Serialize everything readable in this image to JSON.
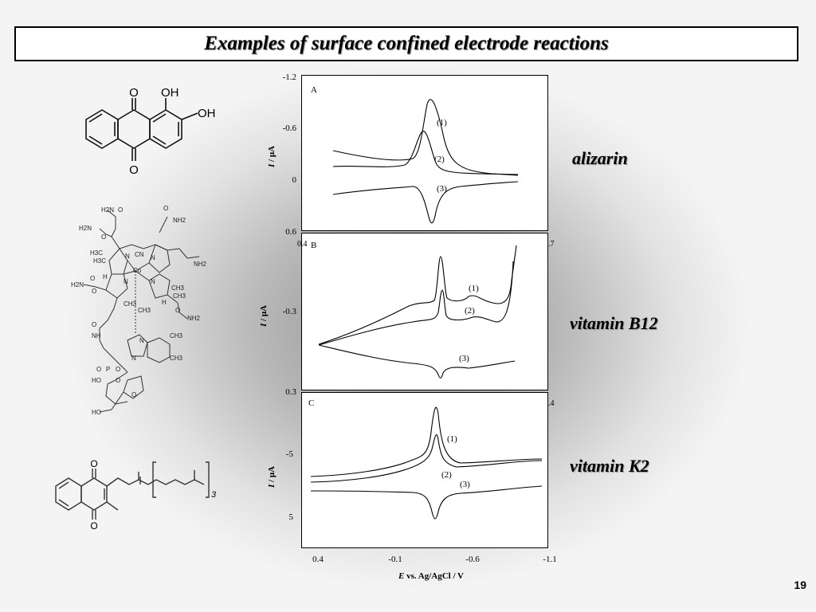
{
  "title": "Examples of surface confined electrode reactions",
  "slide_number": "19",
  "labels": {
    "alizarin": "alizarin",
    "b12": "vitamin B12",
    "k2": "vitamin K2"
  },
  "panels": {
    "A": {
      "letter": "A",
      "ticks": [
        "-1.2",
        "-0.6",
        "0",
        "0.6"
      ],
      "ylabel_italic": "I",
      "ylabel_rest": " / μA",
      "curves": [
        "(1)",
        "(2)",
        "(3)"
      ]
    },
    "B": {
      "letter": "B",
      "ticks": [
        "-0.3",
        "0.3"
      ],
      "ylabel_italic": "I",
      "ylabel_rest": " / μA",
      "curves": [
        "(1)",
        "(2)",
        "(3)"
      ]
    },
    "C": {
      "letter": "C",
      "ticks": [
        "-5",
        "5"
      ],
      "ylabel_italic": "I",
      "ylabel_rest": " / μA",
      "curves": [
        "(1)",
        "(2)",
        "(3)"
      ]
    }
  },
  "xaxis": {
    "ticks": [
      "0.4",
      "-0.1",
      "-0.6",
      "-1.1"
    ],
    "label_italic": "E",
    "label_rest": " vs. Ag/AgCl / V"
  },
  "partial_ticks": {
    "a_left": "0.4",
    "a_right": ".7",
    "b_right": ".4"
  },
  "molecules": {
    "alizarin_O_top": "O",
    "alizarin_OH1": "OH",
    "alizarin_OH2": "OH",
    "alizarin_O_bottom": "O",
    "b12": [
      "H2N",
      "O",
      "O",
      "NH2",
      "H2N",
      "O",
      "H3C",
      "H3C",
      "N",
      "CN",
      "N",
      "NH2",
      "Co",
      "O",
      "H",
      "H2N",
      "N",
      "N",
      "O",
      "CH3",
      "CH3",
      "H",
      "CH3",
      "CH3",
      "O",
      "NH2",
      "O",
      "NH",
      "N",
      "CH3",
      "N",
      "CH3",
      "O",
      "P",
      "O",
      "HO",
      "O",
      "O",
      "HO"
    ],
    "k2_O_top": "O",
    "k2_O_bottom": "O",
    "k2_subscript": "3"
  }
}
